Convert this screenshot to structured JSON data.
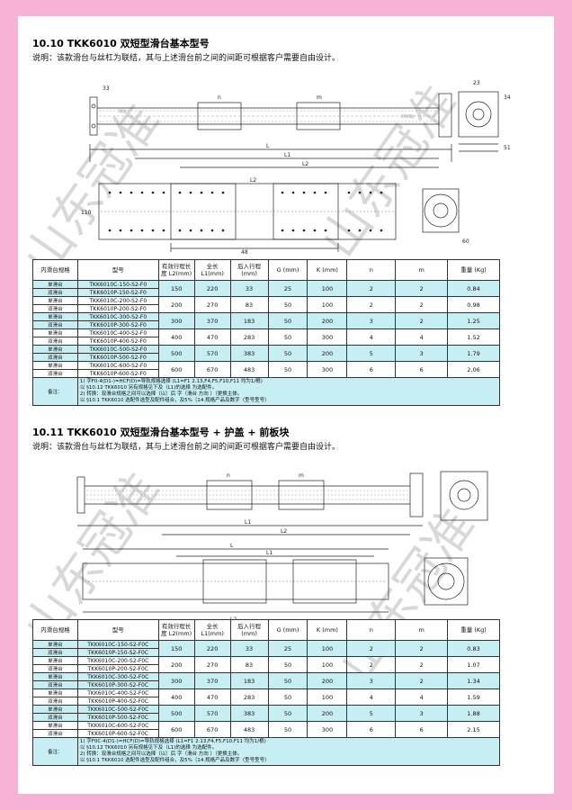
{
  "watermark": {
    "text": "山东冠准"
  },
  "section1": {
    "title": "10.10 TKK6010  双短型滑台基本型号",
    "note": "说明：该款滑台与丝杠为联结，其与上述滑台前之间的间距可根据客户需要自由设计。",
    "drawing_top": {
      "dims": [
        "33",
        "23",
        "34",
        "51",
        "L",
        "L1",
        "L2",
        "n",
        "m"
      ]
    },
    "drawing_bottom": {
      "dims": [
        "48",
        "110",
        "60",
        "L2"
      ]
    },
    "table": {
      "headers": [
        "内滑台规格",
        "型号",
        "有效行程长度 L2(mm)",
        "全长 L1(mm)",
        "后入行程 (mm)",
        "G (mm)",
        "K (mm)",
        "n",
        "m",
        "重量 (Kg)"
      ],
      "rows": [
        {
          "type": [
            "单滑台",
            "双滑台"
          ],
          "models": [
            "TKK6010C-150-S2-F0",
            "TKK6010P-150-S2-F0"
          ],
          "l2": "150",
          "l1": "220",
          "stroke": "33",
          "g": "25",
          "k": "100",
          "n": "2",
          "m": "2",
          "weight": "0.84"
        },
        {
          "type": [
            "单滑台",
            "双滑台"
          ],
          "models": [
            "TKK6010C-200-S2-F0",
            "TKK6010P-200-S2-F0"
          ],
          "l2": "200",
          "l1": "270",
          "stroke": "83",
          "g": "50",
          "k": "100",
          "n": "2",
          "m": "2",
          "weight": "0.98"
        },
        {
          "type": [
            "单滑台",
            "双滑台"
          ],
          "models": [
            "TKK6010C-300-S2-F0",
            "TKK6010P-300-S2-F0"
          ],
          "l2": "300",
          "l1": "370",
          "stroke": "183",
          "g": "50",
          "k": "200",
          "n": "3",
          "m": "2",
          "weight": "1.25"
        },
        {
          "type": [
            "单滑台",
            "双滑台"
          ],
          "models": [
            "TKK6010C-400-S2-F0",
            "TKK6010P-400-S2-F0"
          ],
          "l2": "400",
          "l1": "470",
          "stroke": "283",
          "g": "50",
          "k": "300",
          "n": "4",
          "m": "4",
          "weight": "1.52"
        },
        {
          "type": [
            "单滑台",
            "双滑台"
          ],
          "models": [
            "TKK6010C-500-S2-F0",
            "TKK6010P-500-S2-F0"
          ],
          "l2": "500",
          "l1": "570",
          "stroke": "383",
          "g": "50",
          "k": "200",
          "n": "5",
          "m": "3",
          "weight": "1.79"
        },
        {
          "type": [
            "单滑台",
            "双滑台"
          ],
          "models": [
            "TKK6010C-600-S2-F0",
            "TKK6010P-600-S2-F0"
          ],
          "l2": "600",
          "l1": "670",
          "stroke": "483",
          "g": "50",
          "k": "300",
          "n": "6",
          "m": "6",
          "weight": "2.06"
        }
      ],
      "remark_label": "备注：",
      "remarks": [
        "1) 字F0-4(D1-)=HCF(D)=导轨规格选择 (L1=F1 2.13,F4,F5,F10,F11 均为1/根)",
        "   以 §10.12 TKK6010 另有规格见下及（L1)的选择 为选配件。",
        "2) 转换：双滑台规格之间可以选择（以）后 字（滑台 方向 ）（更换主体。",
        "   以 §10.1 TKK6010 选配件选型及配件组合，及5%（14.规格产品及数字（型号型号）"
      ]
    }
  },
  "section2": {
    "title": "10.11 TKK6010  双短型滑台基本型号 + 护盖 + 前板块",
    "note": "说明：该款滑台与丝杠为联结，其与上述滑台前之间的间距可根据客户需要自由设计。",
    "drawing_top": {
      "dims": [
        "L1",
        "L2",
        "n",
        "m"
      ]
    },
    "drawing_bottom": {
      "dims": [
        "L",
        "L1",
        "L2"
      ]
    },
    "table": {
      "headers": [
        "内滑台规格",
        "型号",
        "有效行程长度 L2(mm)",
        "全长 L1(mm)",
        "后入行程 (mm)",
        "G (mm)",
        "K (mm)",
        "n",
        "m",
        "重量 (Kg)"
      ],
      "rows": [
        {
          "type": [
            "单滑台",
            "双滑台"
          ],
          "models": [
            "TKK6010C-150-S2-F0C",
            "TKK6010P-150-S2-F0C"
          ],
          "l2": "150",
          "l1": "220",
          "stroke": "33",
          "g": "25",
          "k": "100",
          "n": "2",
          "m": "2",
          "weight": "0.83"
        },
        {
          "type": [
            "单滑台",
            "双滑台"
          ],
          "models": [
            "TKK6010C-200-S2-F0C",
            "TKK6010P-200-S2-F0C"
          ],
          "l2": "200",
          "l1": "270",
          "stroke": "83",
          "g": "50",
          "k": "100",
          "n": "2",
          "m": "2",
          "weight": "1.07"
        },
        {
          "type": [
            "单滑台",
            "双滑台"
          ],
          "models": [
            "TKK6010C-300-S2-F0C",
            "TKK6010P-300-S2-F0C"
          ],
          "l2": "300",
          "l1": "370",
          "stroke": "183",
          "g": "50",
          "k": "200",
          "n": "3",
          "m": "2",
          "weight": "1.34"
        },
        {
          "type": [
            "单滑台",
            "双滑台"
          ],
          "models": [
            "TKK6010C-400-S2-F0C",
            "TKK6010P-400-S2-F0C"
          ],
          "l2": "400",
          "l1": "470",
          "stroke": "283",
          "g": "50",
          "k": "100",
          "n": "4",
          "m": "4",
          "weight": "1.59"
        },
        {
          "type": [
            "单滑台",
            "双滑台"
          ],
          "models": [
            "TKK6010C-500-S2-F0C",
            "TKK6010P-500-S2-F0C"
          ],
          "l2": "500",
          "l1": "570",
          "stroke": "383",
          "g": "50",
          "k": "200",
          "n": "5",
          "m": "3",
          "weight": "1.88"
        },
        {
          "type": [
            "单滑台",
            "双滑台"
          ],
          "models": [
            "TKK6010C-600-S2-F0C",
            "TKK6010P-600-S2-F0C"
          ],
          "l2": "600",
          "l1": "670",
          "stroke": "483",
          "g": "50",
          "k": "300",
          "n": "6",
          "m": "6",
          "weight": "2.15"
        }
      ],
      "remark_label": "备注：",
      "remarks": [
        "1) 字F0C-4(D1-)=HCF(D)=导轨规格选择 (L1=F1 2.13,F4,F5,F10,F11 均为1/根)",
        "   以 §10.12 TKK6010 另有规格见下及（L1)的选择 为选配件。",
        "2) 转换：双滑台规格之间可以选择（以）后 字（滑台 方向 ）（更换主体。",
        "   以 §10.1 TKK6010 选配件选型及配件组合，及5%（14.规格产品及数字（型号型号）"
      ]
    }
  }
}
